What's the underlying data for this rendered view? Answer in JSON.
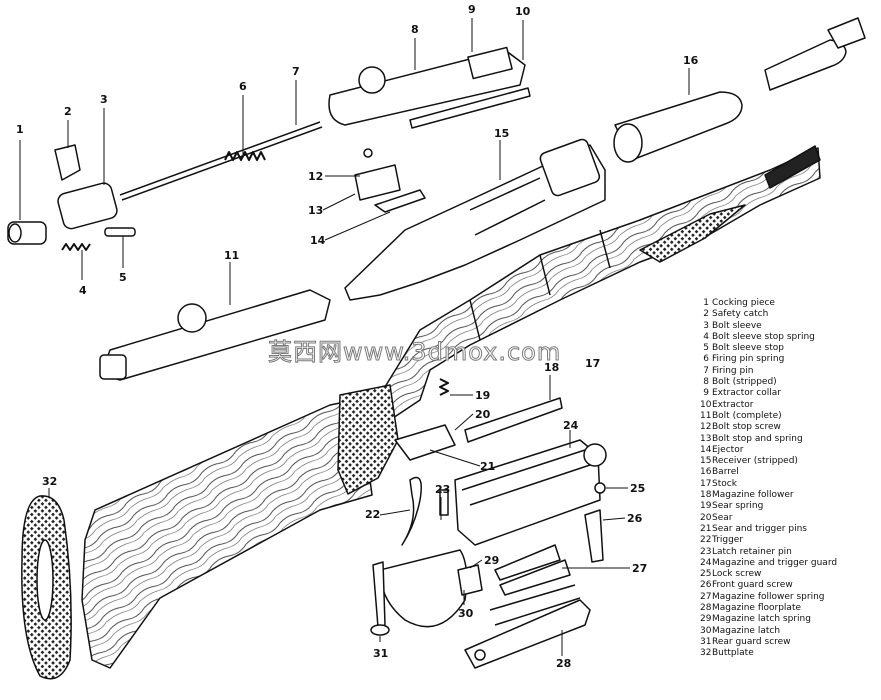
{
  "diagram": {
    "callouts": [
      "1",
      "2",
      "3",
      "4",
      "5",
      "6",
      "7",
      "8",
      "9",
      "10",
      "11",
      "12",
      "13",
      "14",
      "15",
      "16",
      "17",
      "18",
      "19",
      "20",
      "21",
      "22",
      "23",
      "24",
      "25",
      "26",
      "27",
      "28",
      "29",
      "30",
      "31",
      "32"
    ],
    "legend": [
      {
        "num": "1",
        "label": "Cocking piece"
      },
      {
        "num": "2",
        "label": "Safety catch"
      },
      {
        "num": "3",
        "label": "Bolt sleeve"
      },
      {
        "num": "4",
        "label": "Bolt sleeve stop spring"
      },
      {
        "num": "5",
        "label": "Bolt sleeve stop"
      },
      {
        "num": "6",
        "label": "Firing pin spring"
      },
      {
        "num": "7",
        "label": "Firing pin"
      },
      {
        "num": "8",
        "label": "Bolt (stripped)"
      },
      {
        "num": "9",
        "label": "Extractor collar"
      },
      {
        "num": "10",
        "label": "Extractor"
      },
      {
        "num": "11",
        "label": "Bolt (complete)"
      },
      {
        "num": "12",
        "label": "Bolt stop screw"
      },
      {
        "num": "13",
        "label": "Bolt stop and spring"
      },
      {
        "num": "14",
        "label": "Ejector"
      },
      {
        "num": "15",
        "label": "Receiver (stripped)"
      },
      {
        "num": "16",
        "label": "Barrel"
      },
      {
        "num": "17",
        "label": "Stock"
      },
      {
        "num": "18",
        "label": "Magazine follower"
      },
      {
        "num": "19",
        "label": "Sear spring"
      },
      {
        "num": "20",
        "label": "Sear"
      },
      {
        "num": "21",
        "label": "Sear and trigger pins"
      },
      {
        "num": "22",
        "label": "Trigger"
      },
      {
        "num": "23",
        "label": "Latch retainer pin"
      },
      {
        "num": "24",
        "label": "Magazine and trigger guard"
      },
      {
        "num": "25",
        "label": "Lock screw"
      },
      {
        "num": "26",
        "label": "Front guard screw"
      },
      {
        "num": "27",
        "label": "Magazine follower spring"
      },
      {
        "num": "28",
        "label": "Magazine floorplate"
      },
      {
        "num": "29",
        "label": "Magazine latch spring"
      },
      {
        "num": "30",
        "label": "Magazine latch"
      },
      {
        "num": "31",
        "label": "Rear guard screw"
      },
      {
        "num": "32",
        "label": "Buttplate"
      }
    ],
    "watermark": "莫西网www.3dmox.com"
  }
}
